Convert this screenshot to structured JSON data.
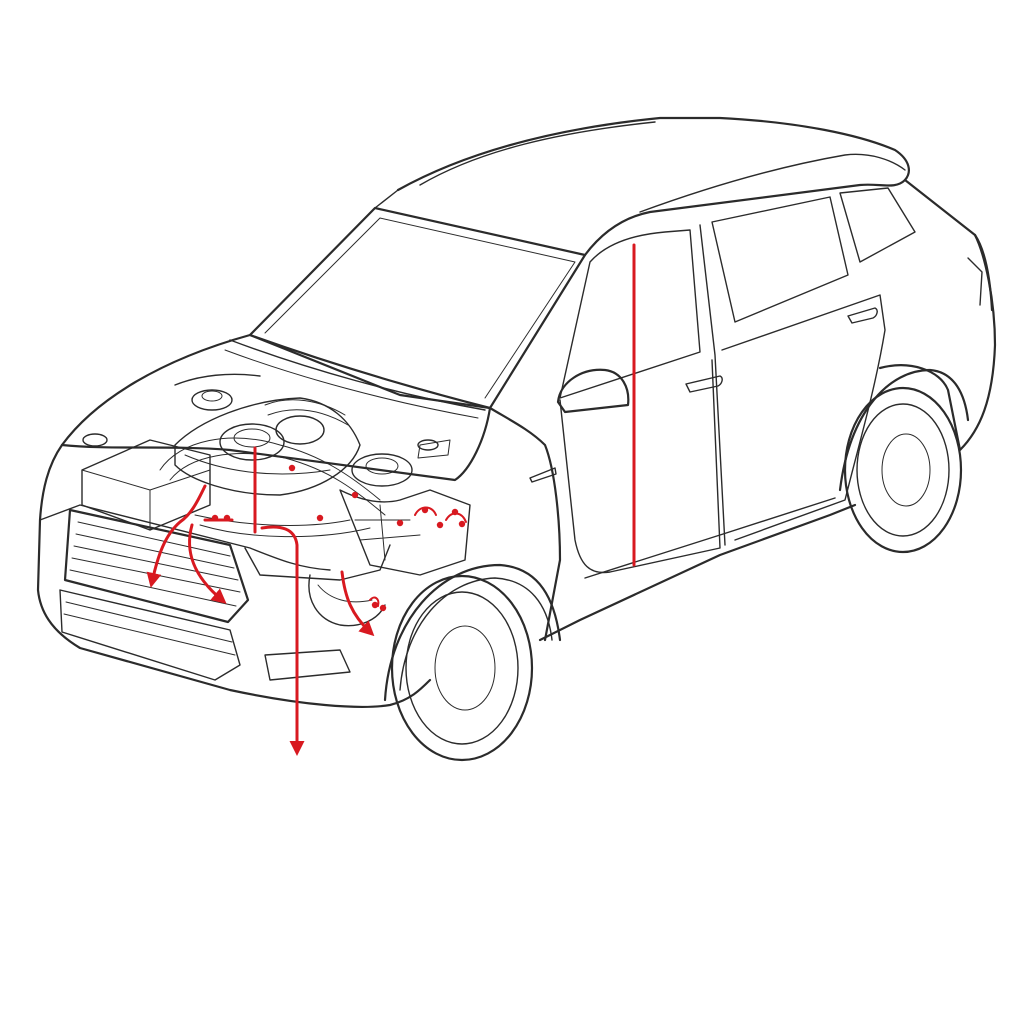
{
  "diagram": {
    "subject": "suv-cutaway-illustration",
    "colors": {
      "line": "#2b2b2b",
      "route": "#d81920",
      "background": "#ffffff"
    },
    "icons": [
      "car-outline",
      "engine-bay-detail",
      "routing-arrow"
    ]
  }
}
